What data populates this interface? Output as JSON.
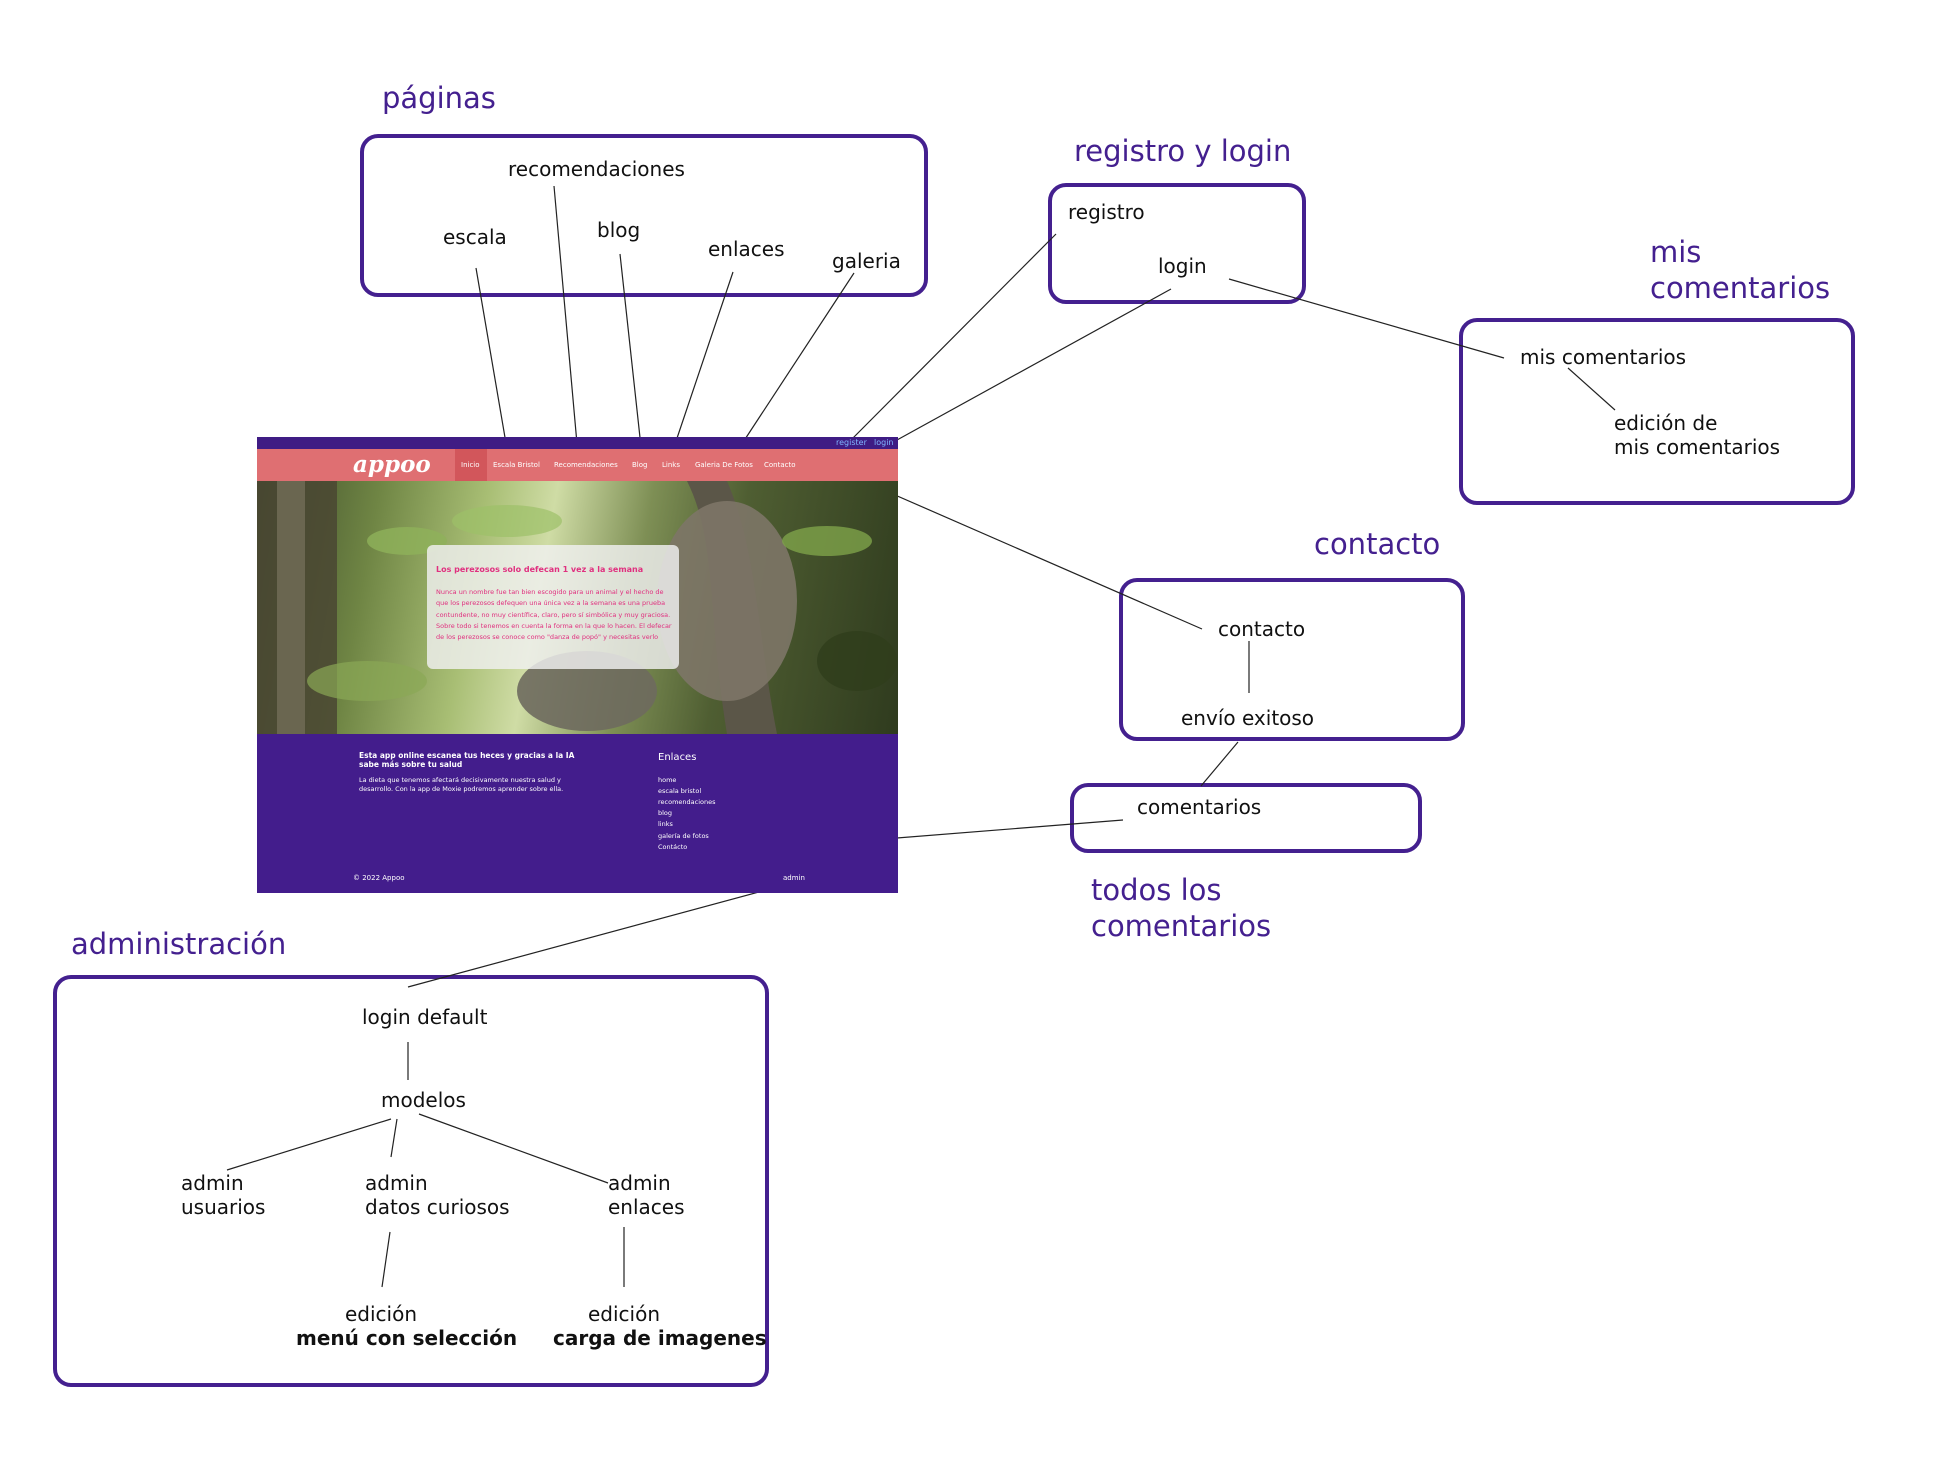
{
  "sections": {
    "paginas": "páginas",
    "registro": "registro y login",
    "mis_comentarios": "mis\ncomentarios",
    "contacto": "contacto",
    "todos": "todos los\ncomentarios",
    "administracion": "administración"
  },
  "paginas_box": {
    "recomendaciones": "recomendaciones",
    "escala": "escala",
    "blog": "blog",
    "enlaces": "enlaces",
    "galeria": "galeria"
  },
  "registro_box": {
    "registro": "registro",
    "login": "login"
  },
  "mis_box": {
    "mis_comentarios": "mis comentarios",
    "edicion": "edición de\nmis comentarios"
  },
  "contacto_box": {
    "contacto": "contacto",
    "envio": "envío exitoso"
  },
  "comentarios_box": {
    "comentarios": "comentarios"
  },
  "admin_box": {
    "login_default": "login default",
    "modelos": "modelos",
    "admin_usuarios": "admin\nusuarios",
    "admin_datos": "admin\ndatos curiosos",
    "admin_enlaces": "admin\nenlaces",
    "edicion1": "edición",
    "edicion1_bold": "menú con selección",
    "edicion2": "edición",
    "edicion2_bold": "carga de imagenes"
  },
  "site": {
    "top_links": {
      "register": "register",
      "login": "login"
    },
    "logo": "appoo",
    "nav": {
      "inicio": "Inicio",
      "escala": "Escala Bristol",
      "recomendaciones": "Recomendaciones",
      "blog": "Blog",
      "links": "Links",
      "galeria": "Galeria De Fotos",
      "contacto": "Contacto"
    },
    "card": {
      "title": "Los perezosos solo defecan 1 vez a la semana",
      "body": "Nunca un nombre fue tan bien escogido para un animal y el hecho de que los perezosos defequen una única vez a la semana es una prueba contundente, no muy científica, claro, pero sí simbólica y muy graciosa. Sobre todo si tenemos en cuenta la forma en la que lo hacen. El defecar de los perezosos se conoce como \"danza de popó\" y necesitas verlo"
    },
    "footer": {
      "intro_bold": "Esta app online escanea tus heces y gracias a la IA sabe más sobre tu salud",
      "intro": "La dieta que tenemos afectará decisivamente nuestra salud y desarrollo. Con la app de Moxie podremos aprender sobre ella.",
      "enlaces_title": "Enlaces",
      "links": [
        "home",
        "escala bristol",
        "recomendaciones",
        "blog",
        "links",
        "galería de fotos",
        "Contácto"
      ],
      "copyright": "© 2022 Appoo",
      "admin": "admin"
    }
  },
  "colors": {
    "accent": "#44208f",
    "nav": "#df6f72",
    "footer": "#431d8c",
    "card_text": "#e0307f"
  }
}
